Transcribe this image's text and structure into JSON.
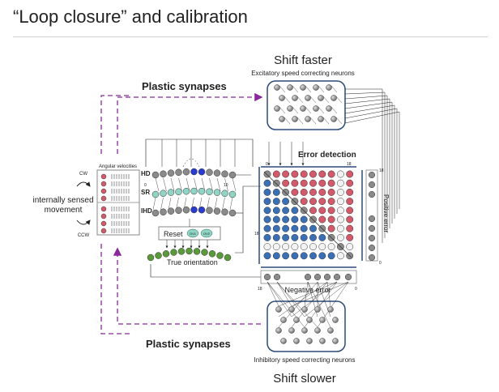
{
  "slide": {
    "title": "“Loop closure” and calibration"
  },
  "labels": {
    "shift_faster": "Shift faster",
    "excitatory": "Excitatory speed correcting neurons",
    "plastic_top": "Plastic synapses",
    "plastic_bottom": "Plastic synapses",
    "error_detection": "Error detection",
    "angular_velocities": "Angular velocities",
    "cw": "CW",
    "ccw": "CCW",
    "internally_line1": "internally sensed",
    "internally_line2": "movement",
    "hd": "HD",
    "sr": "SR",
    "ihd": "IHD",
    "reset": "Reset",
    "ov1": "OV1",
    "ov2": "OV2",
    "true_orientation": "True orientation",
    "positive_error": "Positive error",
    "negative_error": "Negative error",
    "inhibitory": "Inhibitory speed correcting neurons",
    "shift_slower": "Shift slower",
    "hd_zero": "0",
    "hd_ten": "10",
    "grid_top_zero": "0",
    "grid_top_end": "18",
    "grid_left_end": "18",
    "pos_top": "18",
    "pos_bottom": "0",
    "neg_left": "18",
    "neg_right": "0"
  },
  "colors": {
    "gray_neuron": "#8a8a8a",
    "red_neuron": "#d25a6a",
    "blue_neuron": "#3a6fb5",
    "teal_neuron": "#8fd4c4",
    "green_neuron": "#5a9a3a",
    "dark_blue_neuron": "#2a3bd0",
    "purple_arrow": "#8a2a9a",
    "box_stroke": "#2a4a7a"
  }
}
